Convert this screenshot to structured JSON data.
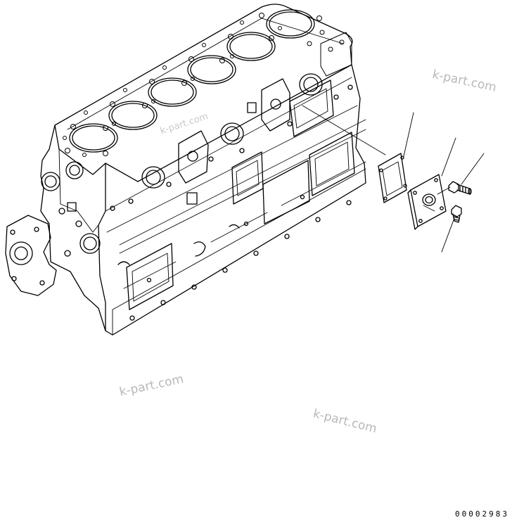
{
  "watermarks": [
    "k-part.com",
    "k-part.com",
    "k-part.com",
    "k-part.com"
  ],
  "drawing_code": "00002983",
  "parts": [
    "cylinder-block",
    "gasket",
    "cover-plate",
    "bolt",
    "bolt"
  ]
}
